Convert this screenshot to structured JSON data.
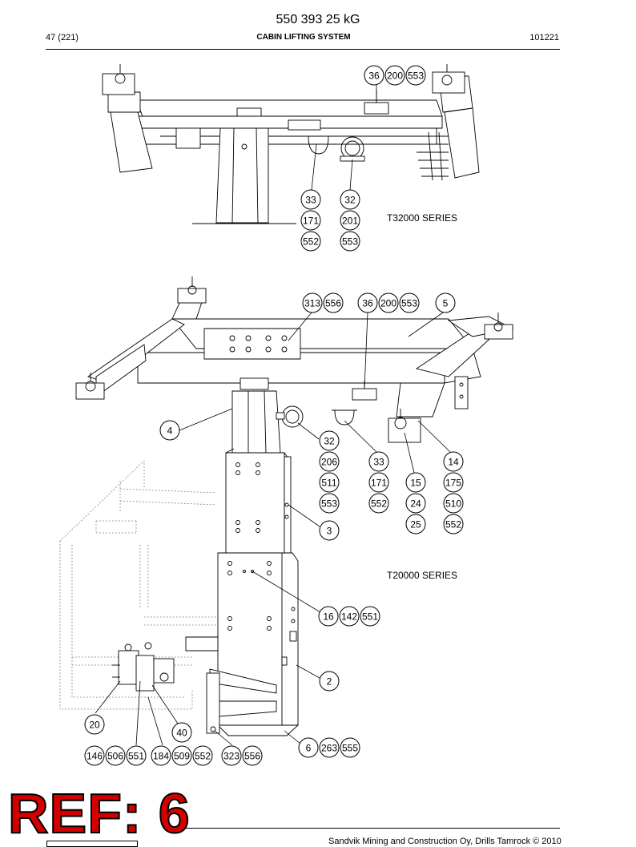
{
  "header": {
    "doc_title": "550 393 25 kG",
    "page_number": "47 (221)",
    "section_title": "CABIN LIFTING SYSTEM",
    "doc_date": "101221"
  },
  "figures": {
    "top_series_label": "T32000 SERIES",
    "bottom_series_label": "T20000 SERIES"
  },
  "callouts": {
    "top": [
      "36",
      "200",
      "553",
      "33",
      "171",
      "552",
      "32",
      "201",
      "553"
    ],
    "bottom": [
      "313",
      "556",
      "36",
      "200",
      "553",
      "5",
      "4",
      "32",
      "206",
      "511",
      "553",
      "33",
      "171",
      "552",
      "15",
      "24",
      "25",
      "14",
      "175",
      "510",
      "552",
      "3",
      "16",
      "142",
      "551",
      "2",
      "20",
      "40",
      "146",
      "506",
      "551",
      "184",
      "509",
      "552",
      "323",
      "556",
      "6",
      "263",
      "555"
    ]
  },
  "footer": {
    "ref_stamp": "REF: 6",
    "copyright": "Sandvik Mining and Construction Oy, Drills Tamrock © 2010"
  }
}
